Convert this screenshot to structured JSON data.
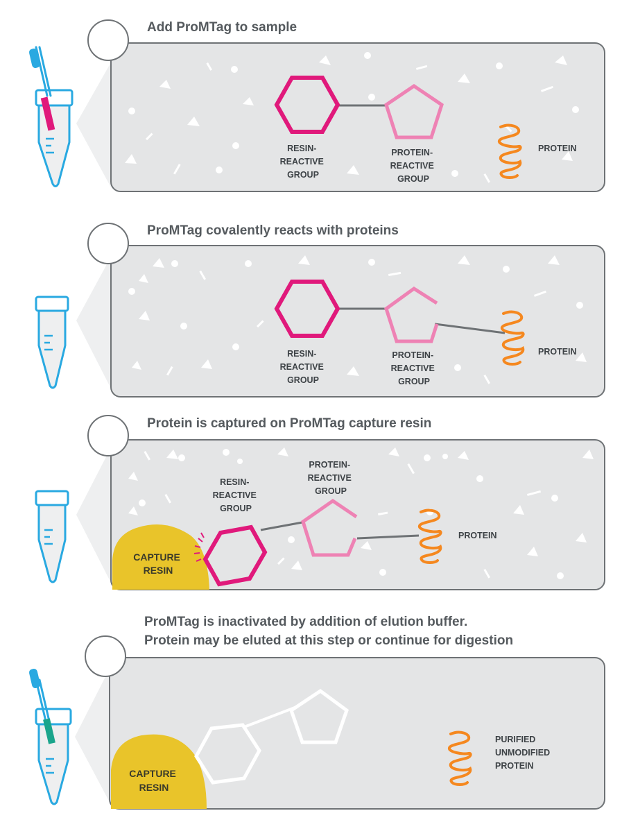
{
  "steps": [
    {
      "title": "Add ProMTag to sample",
      "labels": {
        "resin_group": [
          "RESIN-",
          "REACTIVE",
          "GROUP"
        ],
        "protein_group": [
          "PROTEIN-",
          "REACTIVE",
          "GROUP"
        ],
        "protein": "PROTEIN"
      }
    },
    {
      "title": "ProMTag covalently reacts with proteins",
      "labels": {
        "resin_group": [
          "RESIN-",
          "REACTIVE",
          "GROUP"
        ],
        "protein_group": [
          "PROTEIN-",
          "REACTIVE",
          "GROUP"
        ],
        "protein": "PROTEIN"
      }
    },
    {
      "title": "Protein is captured on ProMTag capture resin",
      "labels": {
        "resin_group": [
          "RESIN-",
          "REACTIVE",
          "GROUP"
        ],
        "protein_group": [
          "PROTEIN-",
          "REACTIVE",
          "GROUP"
        ],
        "protein": "PROTEIN",
        "capture_resin": [
          "CAPTURE",
          "RESIN"
        ]
      }
    },
    {
      "title_lines": [
        "ProMTag is inactivated by addition of elution buffer.",
        "Protein may be eluted at this step or continue for digestion"
      ],
      "labels": {
        "protein": [
          "PURIFIED",
          "UNMODIFIED",
          "PROTEIN"
        ],
        "capture_resin": [
          "CAPTURE",
          "RESIN"
        ]
      }
    }
  ],
  "colors": {
    "resin_reactive": "#e0197b",
    "protein_reactive": "#ee82b4",
    "protein": "#f5881f",
    "capture_resin": "#e9c42a",
    "tube": "#29a9e1",
    "tag_magenta": "#e0197b",
    "tag_teal": "#1aa58c",
    "panel_bg": "#e4e5e6"
  },
  "icons": [
    "test-tube-icon",
    "dropper-icon",
    "hexagon-icon",
    "pentagon-icon",
    "protein-coil-icon"
  ]
}
